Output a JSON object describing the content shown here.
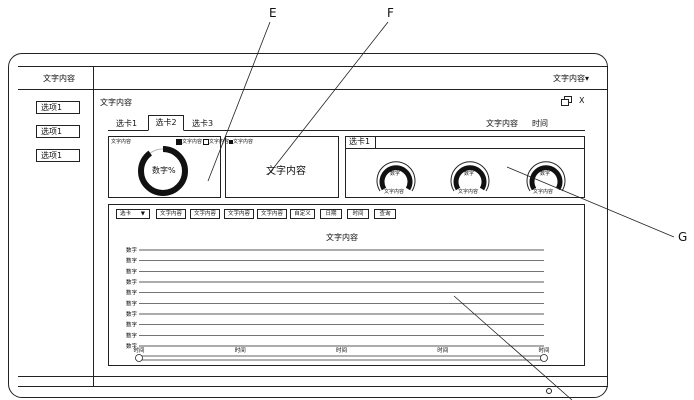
{
  "callouts": {
    "e": "E",
    "f": "F",
    "g": "G"
  },
  "window": {
    "title": "文字内容",
    "user_menu": "文字内容",
    "user_menu_caret": "▾"
  },
  "sidebar": {
    "items": [
      {
        "label": "选项1"
      },
      {
        "label": "选项1"
      },
      {
        "label": "选项1"
      }
    ]
  },
  "panel": {
    "title": "文字内容",
    "restore_icon": "restore-icon",
    "close_label": "X"
  },
  "tabs": [
    {
      "label": "选卡1",
      "active": false
    },
    {
      "label": "选卡2",
      "active": true
    },
    {
      "label": "选卡3",
      "active": false
    }
  ],
  "tab_right": {
    "text": "文字内容",
    "time": "时间"
  },
  "card_donut": {
    "title": "文字内容",
    "legend": [
      {
        "label": "文字内容",
        "color": "#111111"
      },
      {
        "label": "文字内容",
        "color": "#ffffff"
      }
    ],
    "center_label": "数字%",
    "value_fraction": 0.9
  },
  "card_text": {
    "legend": "文字内容",
    "main_text": "文字内容"
  },
  "card_gauges": {
    "tab_label": "选卡1",
    "gauges": [
      {
        "value_label": "数字",
        "caption": "文字内容"
      },
      {
        "value_label": "数字",
        "caption": "文字内容"
      },
      {
        "value_label": "数字",
        "caption": "文字内容"
      }
    ]
  },
  "filters": {
    "select_label": "选卡",
    "select_caret": "▼",
    "buttons": [
      "文字内容",
      "文字内容",
      "文字内容",
      "文字内容",
      "自定义",
      "日期",
      "时间",
      "查询"
    ]
  },
  "chart_data": {
    "type": "line",
    "title": "文字内容",
    "y_tick_labels": [
      "数字",
      "数字",
      "数字",
      "数字",
      "数字",
      "数字",
      "数字",
      "数字",
      "数字",
      "数字"
    ],
    "x_tick_labels": [
      "时间",
      "时间",
      "时间",
      "时间",
      "时间"
    ],
    "grid": true
  }
}
